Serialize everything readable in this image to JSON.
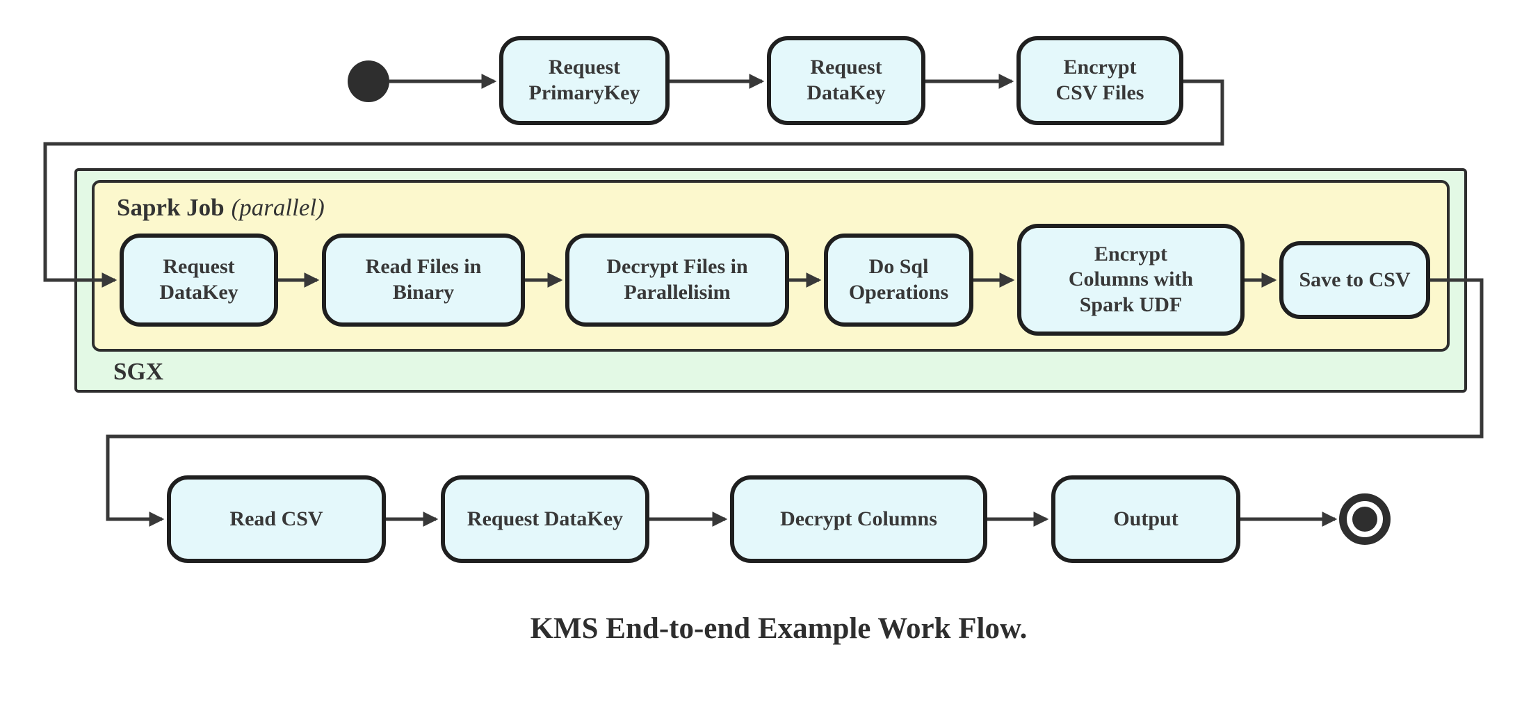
{
  "diagram": {
    "caption": "KMS End-to-end Example Work Flow.",
    "containers": {
      "sgx": {
        "label": "SGX"
      },
      "spark_job": {
        "label": "Saprk Job",
        "qualifier": "(parallel)"
      }
    },
    "nodes": {
      "top_row": [
        {
          "label": "Request\nPrimaryKey"
        },
        {
          "label": "Request\nDataKey"
        },
        {
          "label": "Encrypt\nCSV Files"
        }
      ],
      "spark_row": [
        {
          "label": "Request\nDataKey"
        },
        {
          "label": "Read Files in\nBinary"
        },
        {
          "label": "Decrypt Files in\nParallelisim"
        },
        {
          "label": "Do Sql\nOperations"
        },
        {
          "label": "Encrypt\nColumns with\nSpark UDF"
        },
        {
          "label": "Save to CSV"
        }
      ],
      "bottom_row": [
        {
          "label": "Read CSV"
        },
        {
          "label": "Request DataKey"
        },
        {
          "label": "Decrypt Columns"
        },
        {
          "label": "Output"
        }
      ]
    },
    "colors": {
      "node_fill": "#e4f8fb",
      "node_border": "#1f1f1f",
      "sgx_fill": "#e3f9e5",
      "spark_fill": "#fcf8cd",
      "line": "#383838"
    }
  }
}
